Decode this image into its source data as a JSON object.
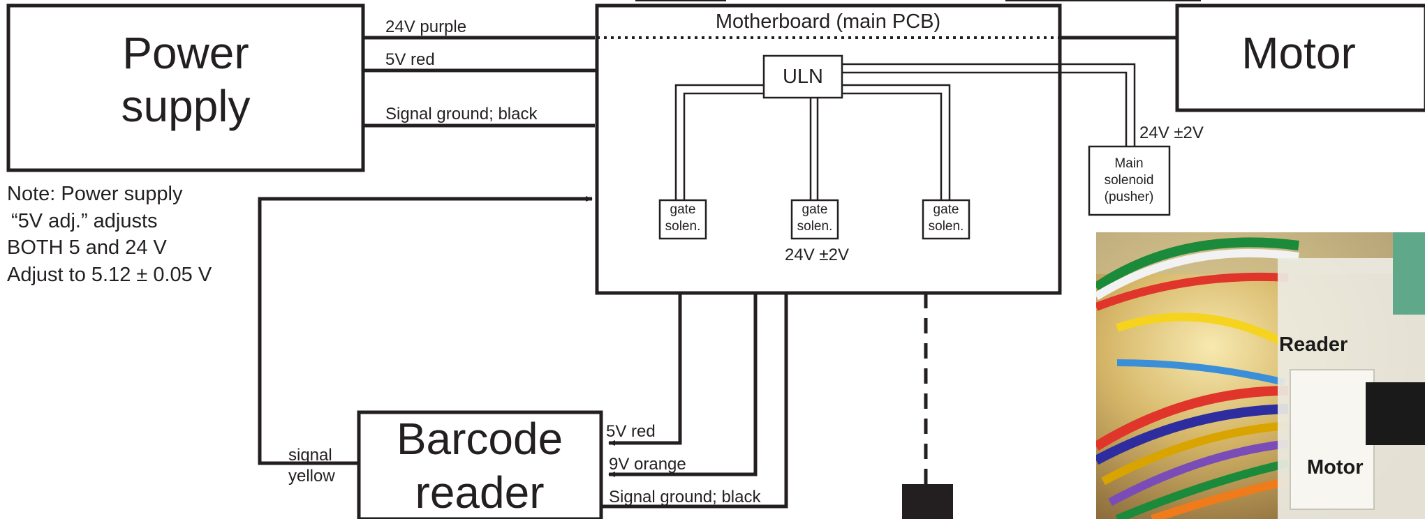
{
  "diagram": {
    "power_supply": {
      "line1": "Power",
      "line2": "supply"
    },
    "motherboard": {
      "title": "Motherboard (main PCB)"
    },
    "motor": {
      "label": "Motor"
    },
    "barcode_reader": {
      "line1": "Barcode",
      "line2": "reader"
    },
    "uln": {
      "label": "ULN"
    },
    "gate_solenoids": [
      {
        "line1": "gate",
        "line2": "solen."
      },
      {
        "line1": "gate",
        "line2": "solen."
      },
      {
        "line1": "gate",
        "line2": "solen."
      }
    ],
    "main_solenoid": {
      "line1": "Main",
      "line2": "solenoid",
      "line3": "(pusher)"
    },
    "wires": {
      "psu_24v": "24V purple",
      "psu_5v": "5V red",
      "psu_ground": "Signal ground; black",
      "gate_voltage": "24V ±2V",
      "main_solenoid_voltage": "24V ±2V",
      "reader_5v": "5V red",
      "reader_9v": "9V orange",
      "reader_ground": "Signal ground; black",
      "signal_line1": "signal",
      "signal_line2": "yellow"
    },
    "note": {
      "line1": "Note: Power supply",
      "line2": "“5V adj.” adjusts",
      "line3": "BOTH 5 and 24 V",
      "line4": "Adjust to 5.12 ± 0.05 V"
    },
    "photo": {
      "reader_label": "Reader",
      "motor_label": "Motor"
    },
    "colors": {
      "ink": "#231f20",
      "background": "#ffffff"
    }
  }
}
